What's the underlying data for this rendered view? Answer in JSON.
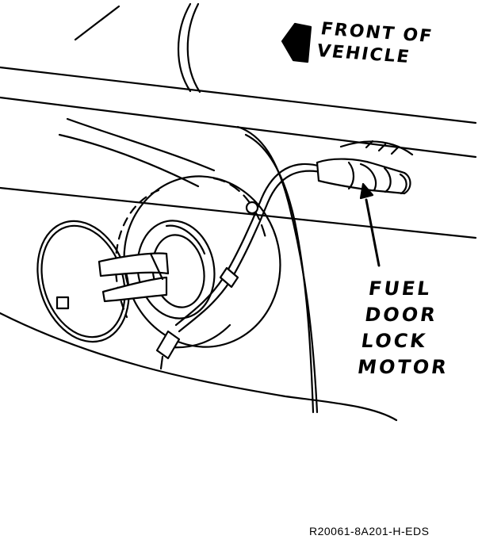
{
  "diagram": {
    "direction_label": [
      "FRONT OF",
      "VEHICLE"
    ],
    "component_label": [
      "FUEL",
      "DOOR",
      "LOCK",
      "MOTOR"
    ],
    "reference_code": "R20061-8A201-H-EDS"
  }
}
